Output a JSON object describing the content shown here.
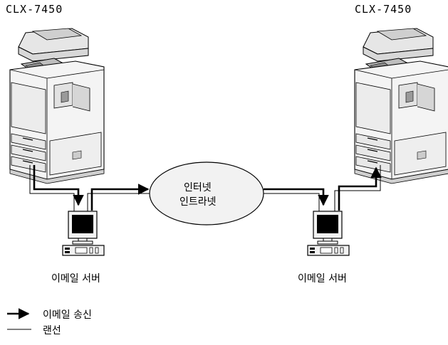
{
  "devices": {
    "left_label": "CLX-7450",
    "right_label": "CLX-7450"
  },
  "network": {
    "cloud_line1": "인터넷",
    "cloud_line2": "인트라넷"
  },
  "servers": {
    "left_label": "이메일 서버",
    "right_label": "이메일 서버"
  },
  "legend": {
    "email_send": "이메일 송신",
    "lan_cable": "랜선"
  }
}
